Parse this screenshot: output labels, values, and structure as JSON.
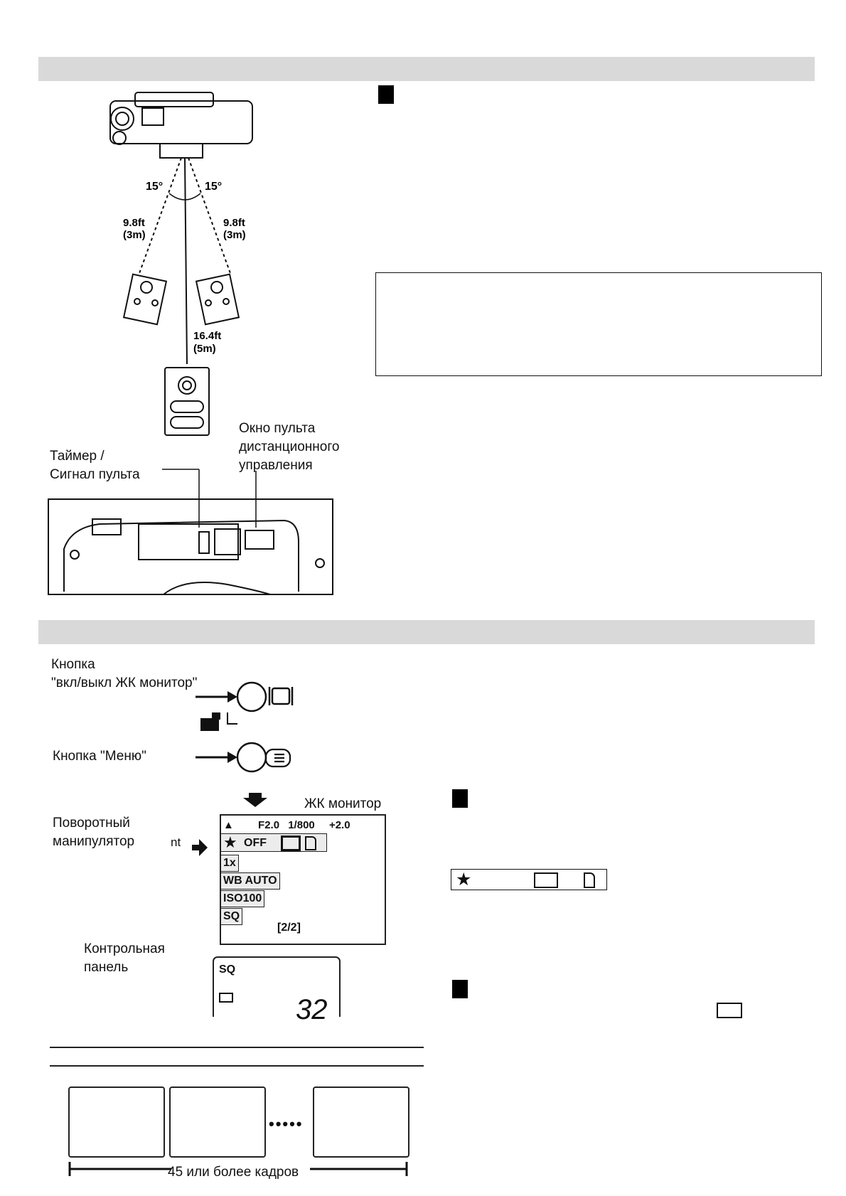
{
  "remote_section": {
    "angle_left": "15°",
    "angle_right": "15°",
    "dist_left": [
      "9.8ft",
      "(3m)"
    ],
    "dist_right": [
      "9.8ft",
      "(3m)"
    ],
    "dist_center": [
      "16.4ft",
      "(5m)"
    ],
    "timer_label": [
      "Таймер /",
      "Сигнал пульта"
    ],
    "window_label": [
      "Окно пульта",
      "дистанционного",
      "управления"
    ]
  },
  "sequence_section": {
    "lcd_button_label": [
      "Кнопка",
      "\"вкл/выкл ЖК монитор\""
    ],
    "menu_button_label": "Кнопка \"Меню\"",
    "dial_label": [
      "Поворотный",
      "манипулятор"
    ],
    "dial_fragment": "nt",
    "lcd_monitor_label": "ЖК монитор",
    "lcd_screen": {
      "top_line": [
        "▲",
        "F2.0",
        "1/800",
        "+2.0"
      ],
      "menu_items": [
        "OFF",
        "1x",
        "WB AUTO",
        "ISO100",
        "SQ"
      ],
      "page": "[2/2]"
    },
    "control_panel_label": [
      "Контрольная",
      "панель"
    ],
    "control_panel": {
      "mode": "SQ",
      "count": "32"
    },
    "frames_caption": "45 или более кадров"
  },
  "icons": [
    "star-icon",
    "sequence-icon",
    "single-frame-icon",
    "monitor-icon",
    "menu-list-icon",
    "camera-icon"
  ]
}
